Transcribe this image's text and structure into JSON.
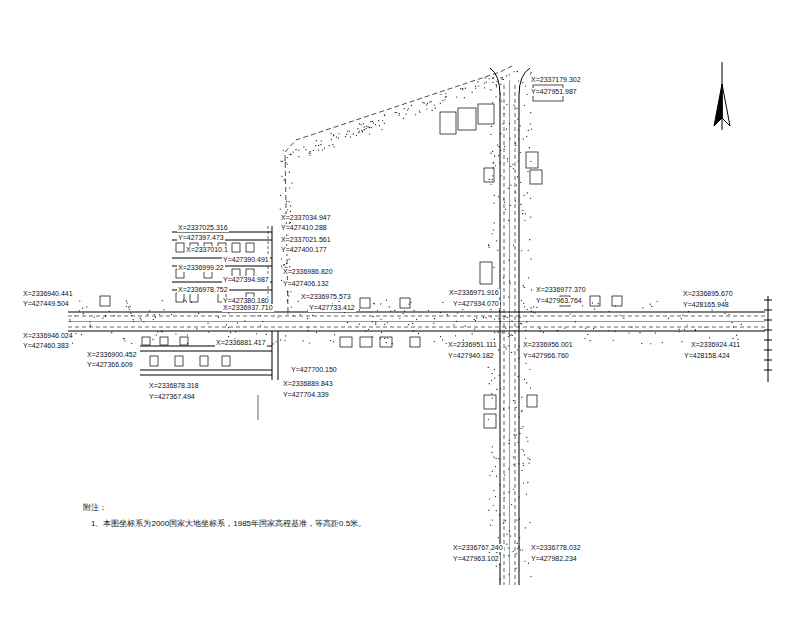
{
  "diagram": {
    "labels": [
      "X=2337025.316",
      "Y=427397.473",
      "X=2337010.1",
      "Y=427390.491",
      "X=2336999.22",
      "Y=427394.987",
      "X=2336978.752",
      "Y=427380.180",
      "X=2337034.947",
      "Y=427410.288",
      "X=2337021.561",
      "Y=427400.177",
      "X=2336986.820",
      "Y=427406.132",
      "X=2336975.573",
      "Y=427733.412",
      "X=2337179.302",
      "Y=427951.987",
      "X=2336971.916",
      "Y=427934.070",
      "X=2336977.370",
      "Y=427963.764",
      "X=2336895.670",
      "Y=428165.948",
      "X=2336940.441",
      "Y=427449.504",
      "X=2336946.024",
      "Y=427460.383",
      "X=2336951.111",
      "Y=427940.182",
      "X=2336956.001",
      "Y=427966.760",
      "X=2336924.411",
      "Y=428158.424",
      "X=2336900.452",
      "Y=427366.609",
      "X=2336878.318",
      "Y=427367.494",
      "X=2336881.417",
      "X=2336937.710",
      "Y=427700.150",
      "X=2336889.843",
      "Y=427704.339",
      "X=2336767.240",
      "Y=427963.102",
      "X=2336778.032",
      "Y=427982.234",
      "附注：",
      "1、本图坐标系为2000国家大地坐标系，1985年国家高程基准，等高距0.5米。"
    ]
  }
}
